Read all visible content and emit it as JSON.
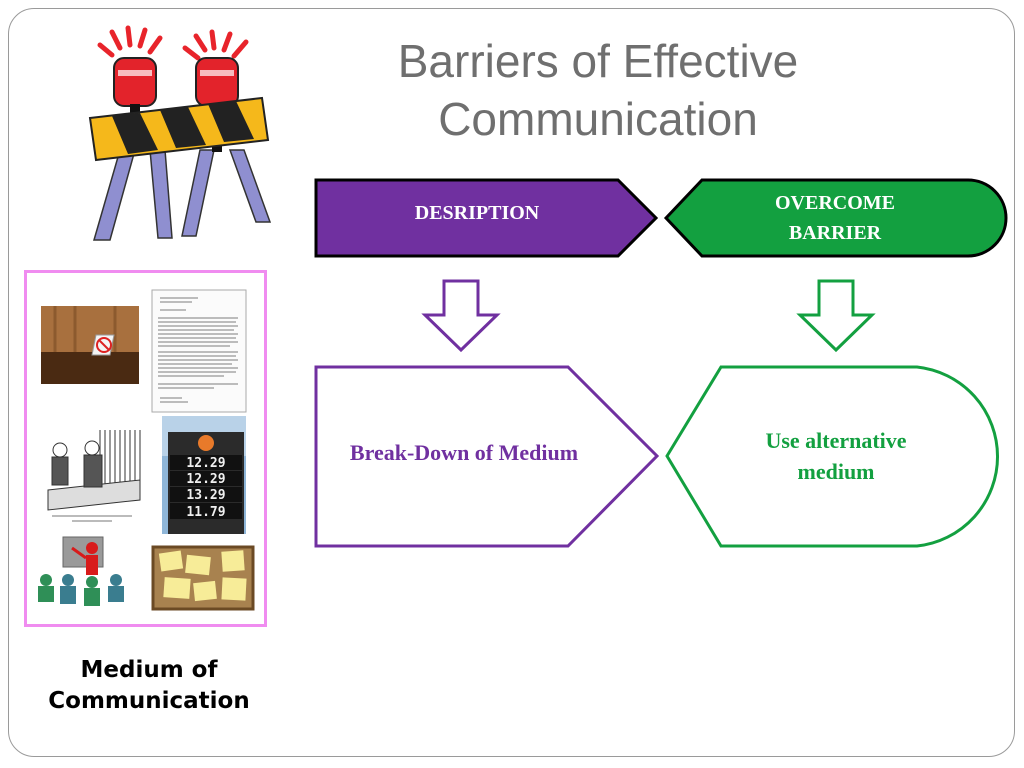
{
  "slide": {
    "title_line1": "Barriers of Effective",
    "title_line2": "Communication"
  },
  "flow": {
    "description_header": "DESRIPTION",
    "overcome_header_line1": "OVERCOME",
    "overcome_header_line2": "BARRIER",
    "barrier_text": "Break-Down of Medium",
    "solution_text_line1": "Use alternative",
    "solution_text_line2": "medium"
  },
  "media_panel": {
    "caption_line1": "Medium of",
    "caption_line2": "Communication",
    "price_board": [
      "12.29",
      "12.29",
      "13.29",
      "11.79"
    ]
  },
  "colors": {
    "purple": "#7030a0",
    "green": "#13a040",
    "panel_border": "#f08cf0"
  },
  "icons": [
    "road-barricade-icon",
    "no-smoking-sign-photo",
    "handwritten-letter-image",
    "office-cartoon-image",
    "fuel-price-sign-photo",
    "presentation-clipart-icon",
    "notice-board-photo"
  ]
}
